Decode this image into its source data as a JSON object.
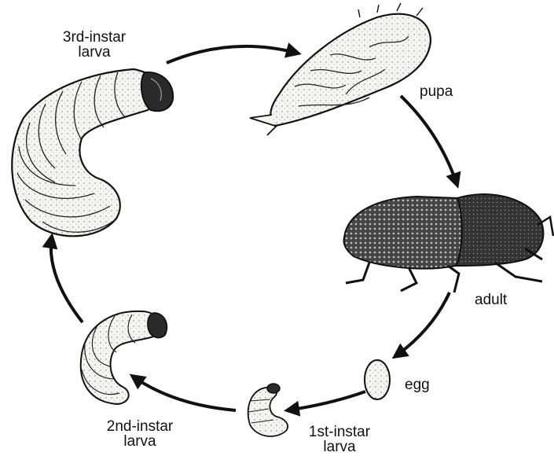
{
  "diagram": {
    "type": "life-cycle",
    "stages": [
      {
        "id": "egg",
        "label": [
          "egg"
        ]
      },
      {
        "id": "l1",
        "label": [
          "1st-instar",
          "larva"
        ]
      },
      {
        "id": "l2",
        "label": [
          "2nd-instar",
          "larva"
        ]
      },
      {
        "id": "l3",
        "label": [
          "3rd-instar",
          "larva"
        ]
      },
      {
        "id": "pupa",
        "label": [
          "pupa"
        ]
      },
      {
        "id": "adult",
        "label": [
          "adult"
        ]
      }
    ],
    "cycle_order": [
      "adult",
      "egg",
      "l1",
      "l2",
      "l3",
      "pupa",
      "adult"
    ],
    "colors": {
      "ink": "#111111",
      "body_fill": "#f4f4f2",
      "head_dark": "#2a2a2a",
      "adult_fill": "#3a3a3a"
    }
  }
}
